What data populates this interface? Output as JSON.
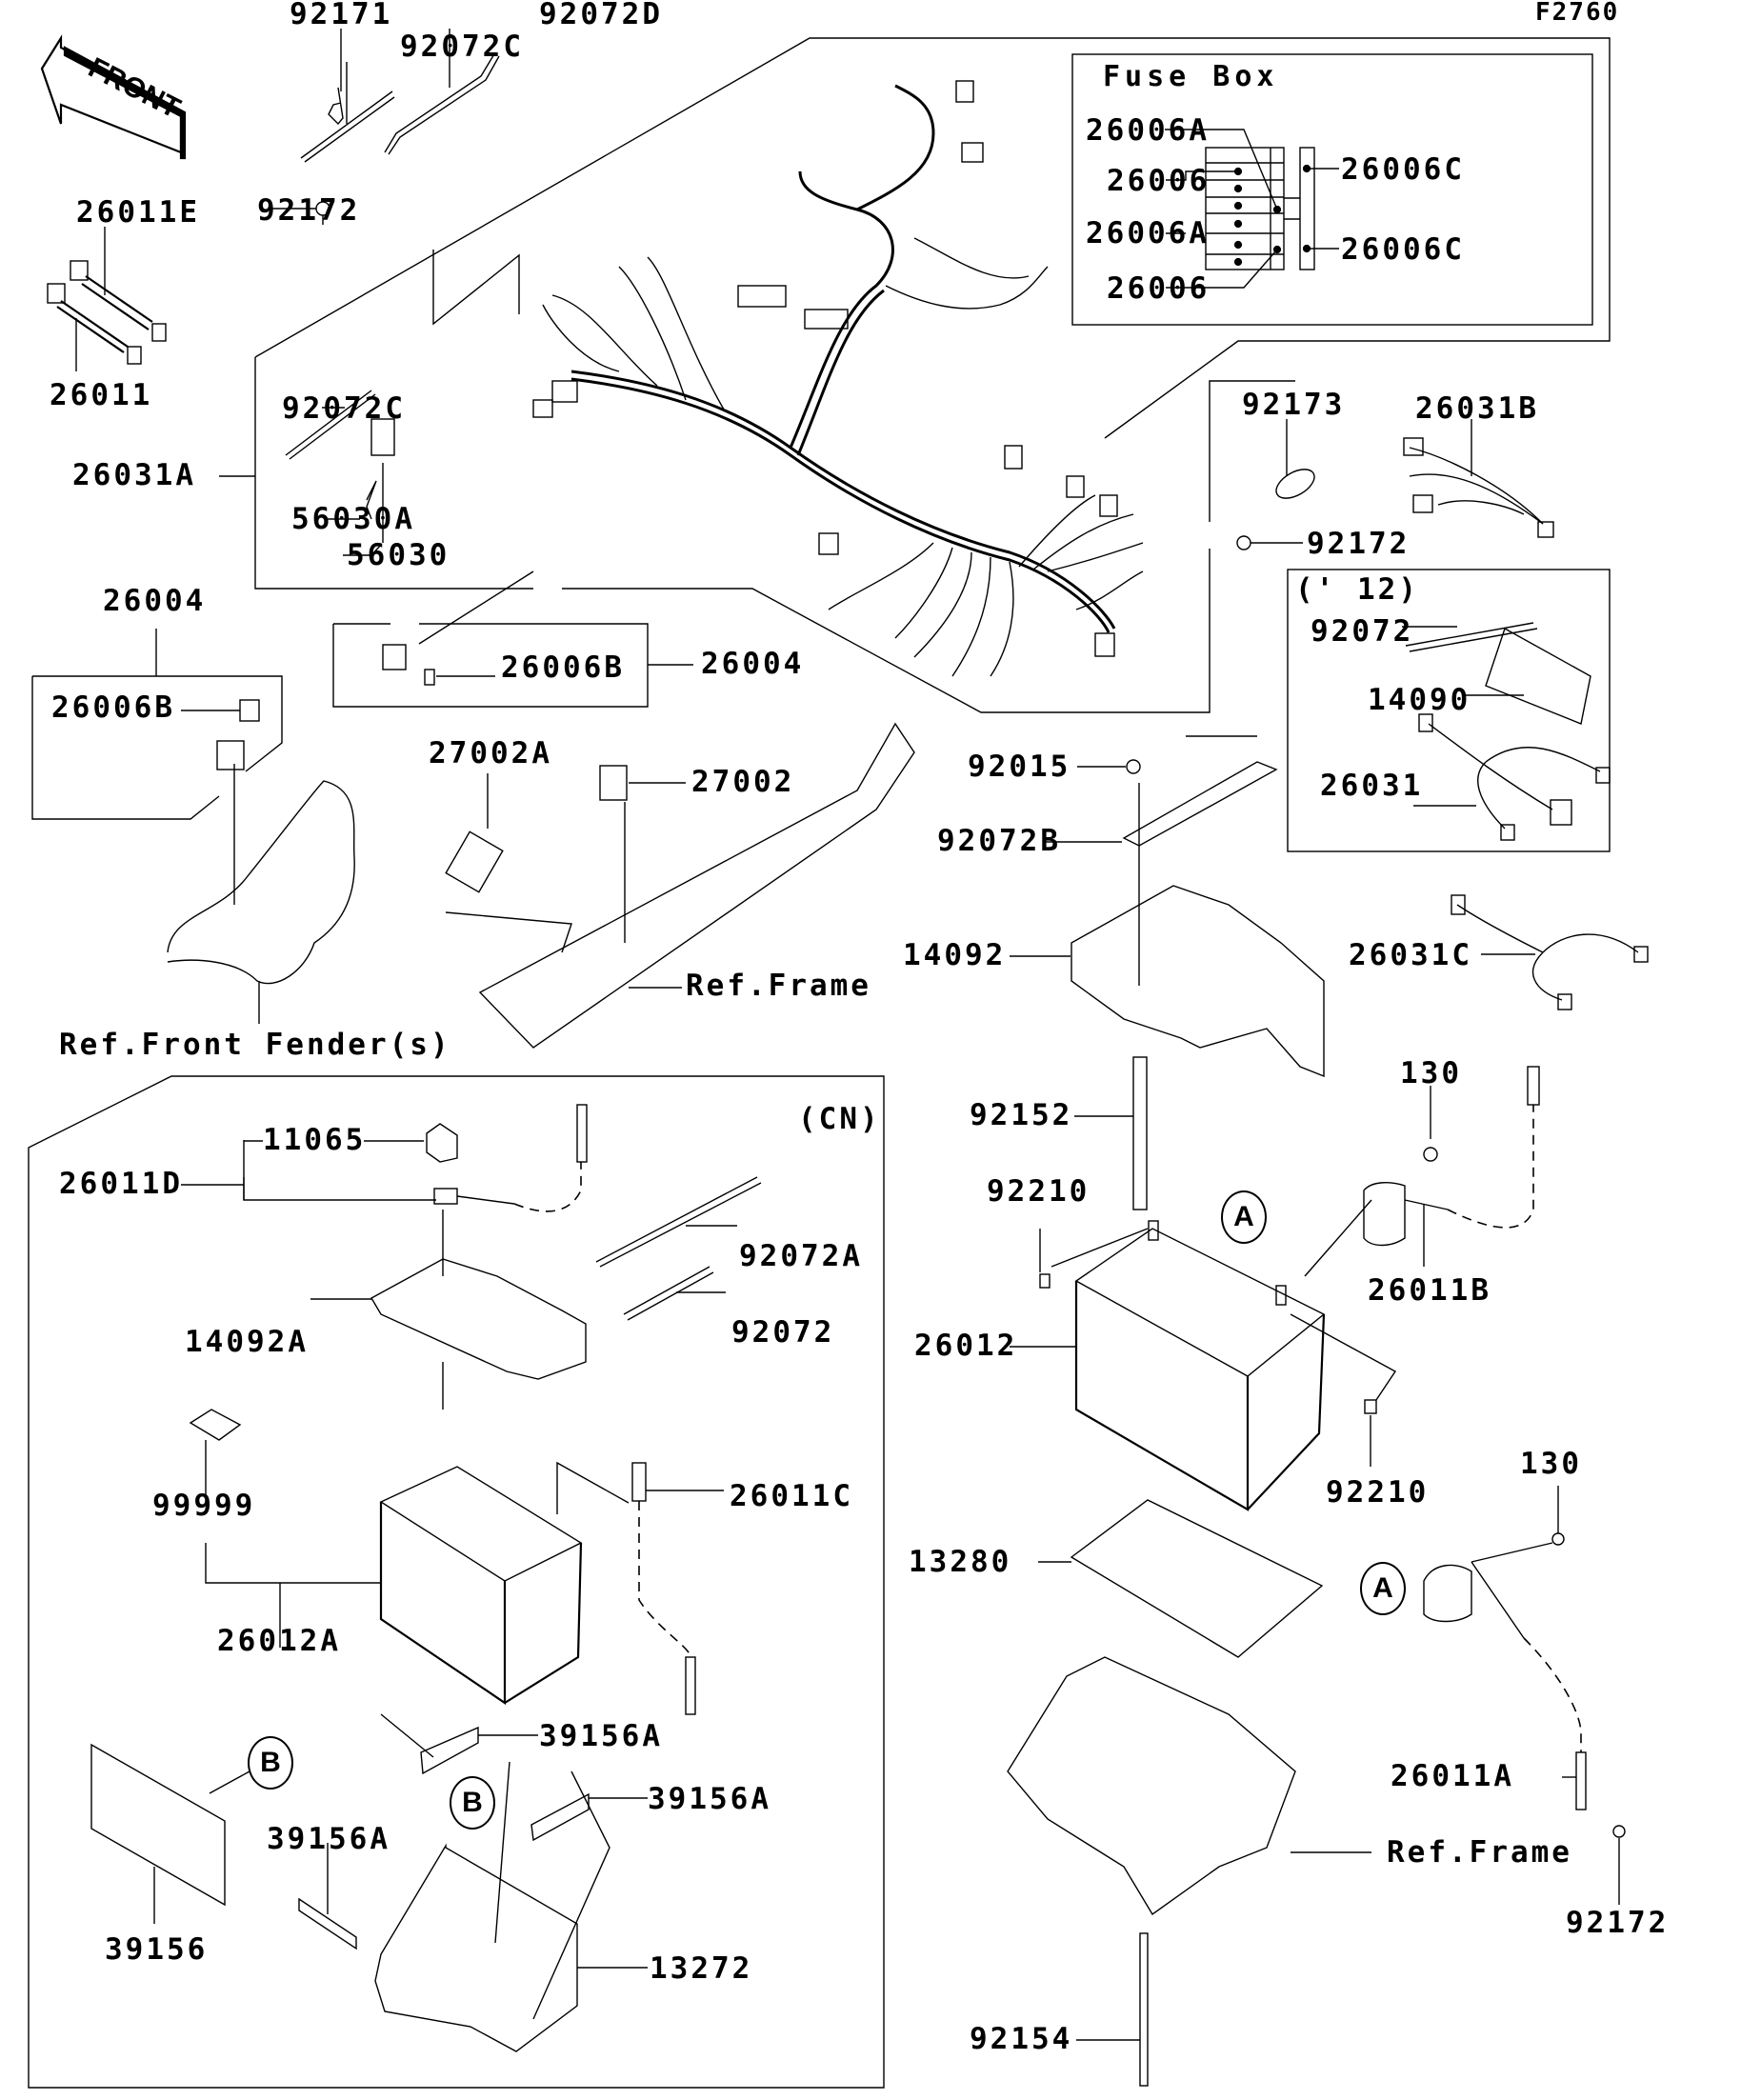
{
  "diagram": {
    "code": "F2760",
    "front_arrow": "FRONT",
    "insets": {
      "fuse_box": {
        "title": "Fuse Box",
        "labels": [
          "26006A",
          "26006",
          "26006A",
          "26006",
          "26006C",
          "26006C"
        ]
      },
      "year_12": {
        "title": "(' 12)",
        "labels": [
          "92072",
          "14090",
          "26031"
        ]
      },
      "cn": {
        "title": "(CN)",
        "labels": [
          "11065",
          "26011D",
          "92072A",
          "92072",
          "14092A",
          "99999",
          "26011C",
          "26012A",
          "39156A",
          "39156A",
          "39156A",
          "39156",
          "13272"
        ]
      }
    },
    "labels": {
      "p92171": "92171",
      "p92072D": "92072D",
      "p92072C_top": "92072C",
      "p26011E": "26011E",
      "p26011": "26011",
      "p92172_top": "92172",
      "p92072C_mid": "92072C",
      "p26031A": "26031A",
      "p56030A": "56030A",
      "p56030": "56030",
      "p92173": "92173",
      "p26031B": "26031B",
      "p92172_right": "92172",
      "p26006B_box": "26006B",
      "p26004_box": "26004",
      "p26004_left": "26004",
      "p26006B_left": "26006B",
      "p27002A": "27002A",
      "p27002": "27002",
      "ref_frame_mid": "Ref.Frame",
      "ref_front_fender": "Ref.Front Fender(s)",
      "p92015": "92015",
      "p92072B": "92072B",
      "p14092": "14092",
      "p26031C": "26031C",
      "p92152": "92152",
      "p130_top": "130",
      "p92210_top": "92210",
      "p26012": "26012",
      "p26011B": "26011B",
      "p92210_bot": "92210",
      "p130_bot": "130",
      "p13280": "13280",
      "p26011A": "26011A",
      "ref_frame_bot": "Ref.Frame",
      "p92172_bot": "92172",
      "p92154": "92154"
    },
    "callouts": {
      "A1": "A",
      "A2": "A",
      "B1": "B",
      "B2": "B"
    }
  }
}
